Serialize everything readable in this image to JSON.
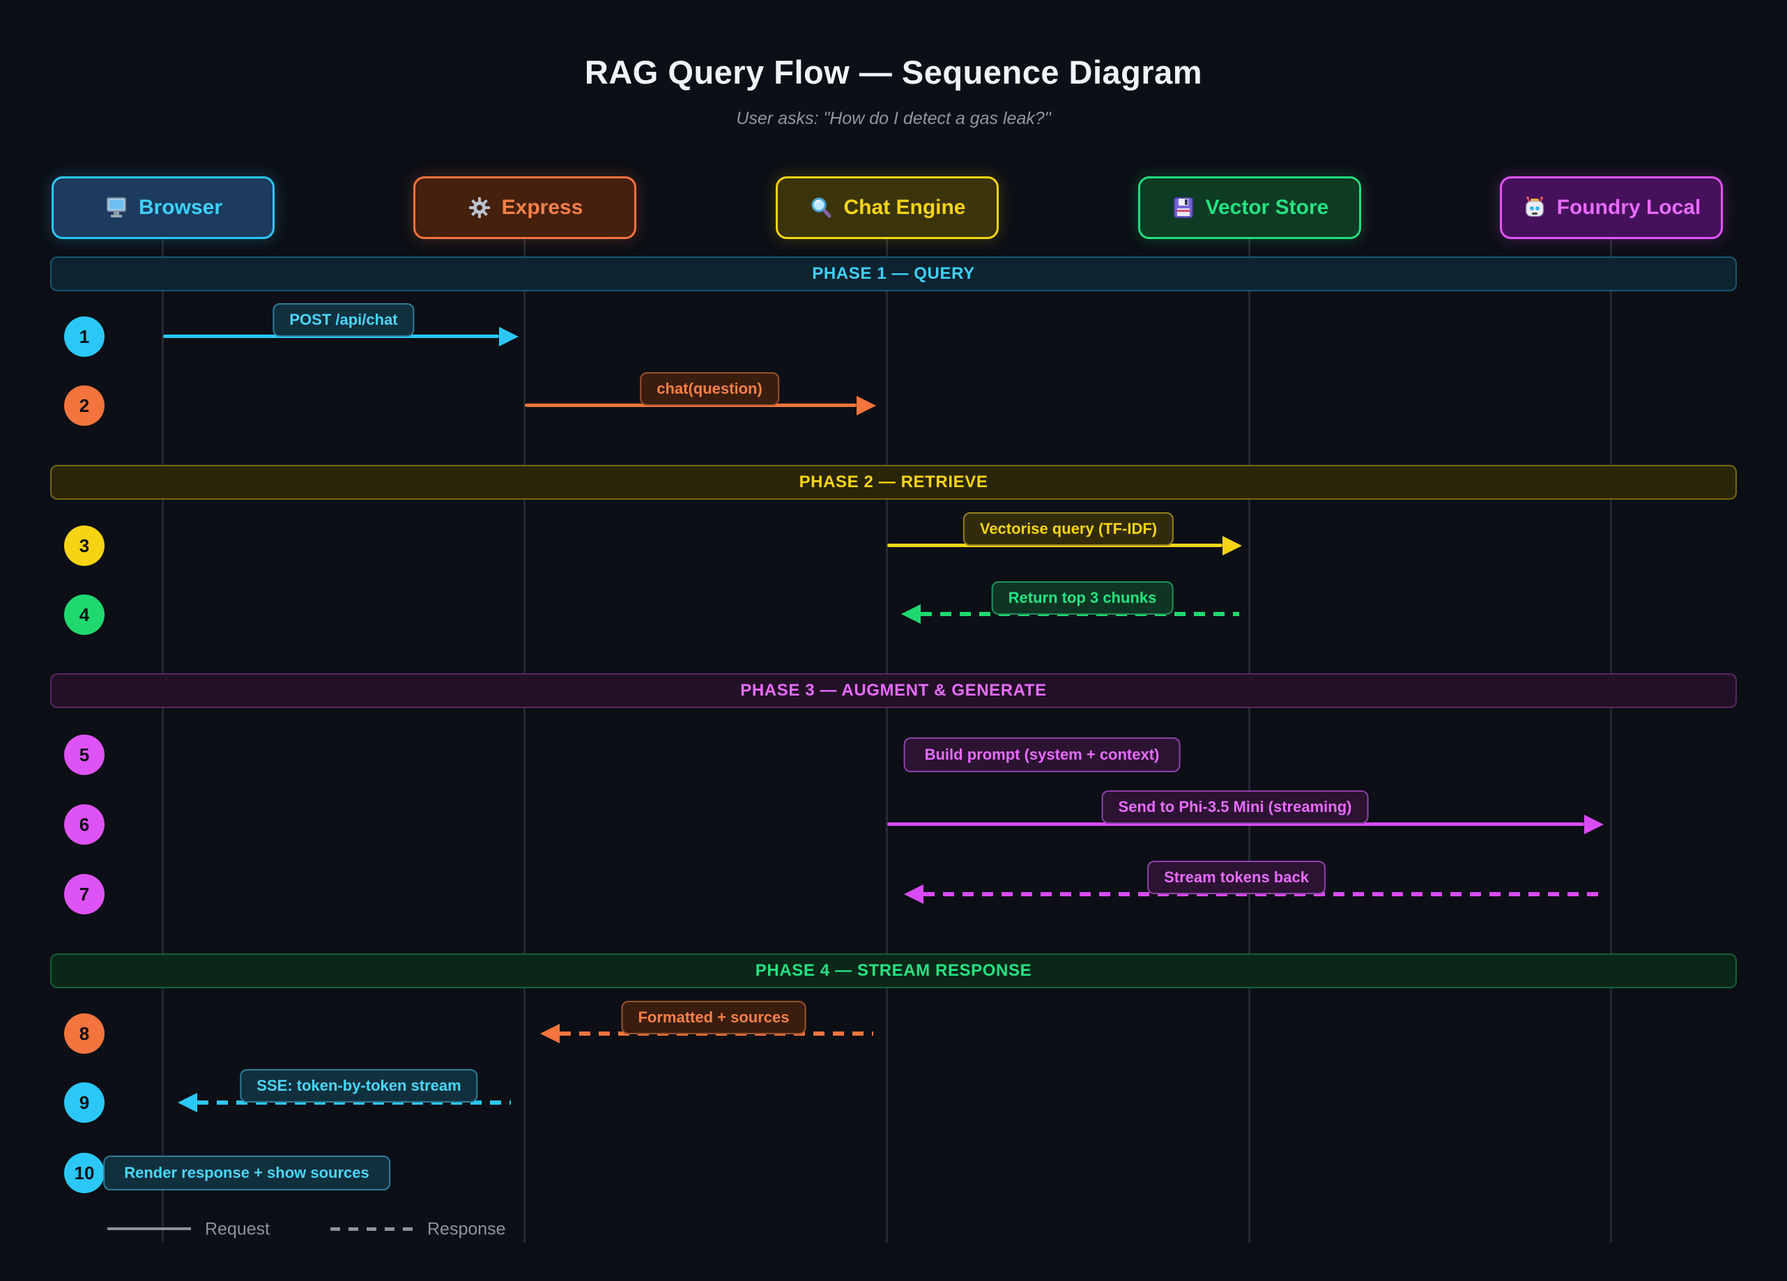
{
  "header": {
    "title": "RAG Query Flow — Sequence Diagram",
    "subtitle": "User asks: \"How do I detect a gas leak?\""
  },
  "actors": [
    {
      "label": "Browser",
      "icon": "monitor-icon",
      "accent": "#2bc8f7"
    },
    {
      "label": "Express",
      "icon": "gear-icon",
      "accent": "#f3743c"
    },
    {
      "label": "Chat Engine",
      "icon": "magnifier-icon",
      "accent": "#f6d414"
    },
    {
      "label": "Vector Store",
      "icon": "floppy-icon",
      "accent": "#22dd7c"
    },
    {
      "label": "Foundry Local",
      "icon": "robot-icon",
      "accent": "#e255fa"
    }
  ],
  "phases": [
    {
      "label": "PHASE 1 — QUERY",
      "color": "#3fd0f8"
    },
    {
      "label": "PHASE 2 — RETRIEVE",
      "color": "#f6d414"
    },
    {
      "label": "PHASE 3 — AUGMENT & GENERATE",
      "color": "#e86bff"
    },
    {
      "label": "PHASE 4 — STREAM RESPONSE",
      "color": "#25e381"
    }
  ],
  "messages": [
    {
      "step": "1",
      "label": "POST /api/chat",
      "from": "Browser",
      "to": "Express",
      "kind": "request",
      "color": "#2bc8f7"
    },
    {
      "step": "2",
      "label": "chat(question)",
      "from": "Express",
      "to": "Chat Engine",
      "kind": "request",
      "color": "#f3743c"
    },
    {
      "step": "3",
      "label": "Vectorise query (TF-IDF)",
      "from": "Chat Engine",
      "to": "Vector Store",
      "kind": "request",
      "color": "#f6d414"
    },
    {
      "step": "4",
      "label": "Return top 3 chunks",
      "from": "Vector Store",
      "to": "Chat Engine",
      "kind": "response",
      "color": "#1fd96f"
    },
    {
      "step": "5",
      "label": "Build prompt (system + context)",
      "from": "Chat Engine",
      "to": "Chat Engine",
      "kind": "note",
      "color": "#de53f5"
    },
    {
      "step": "6",
      "label": "Send to Phi-3.5 Mini (streaming)",
      "from": "Chat Engine",
      "to": "Foundry Local",
      "kind": "request",
      "color": "#d94bf5"
    },
    {
      "step": "7",
      "label": "Stream tokens back",
      "from": "Foundry Local",
      "to": "Chat Engine",
      "kind": "response",
      "color": "#d94bf5"
    },
    {
      "step": "8",
      "label": "Formatted + sources",
      "from": "Chat Engine",
      "to": "Express",
      "kind": "response",
      "color": "#f3743c"
    },
    {
      "step": "9",
      "label": "SSE: token-by-token stream",
      "from": "Express",
      "to": "Browser",
      "kind": "response",
      "color": "#2bc8f7"
    },
    {
      "step": "10",
      "label": "Render response + show sources",
      "from": "Browser",
      "to": "Browser",
      "kind": "note",
      "color": "#2bc8f7"
    }
  ],
  "legend": {
    "request_label": "Request",
    "response_label": "Response"
  }
}
